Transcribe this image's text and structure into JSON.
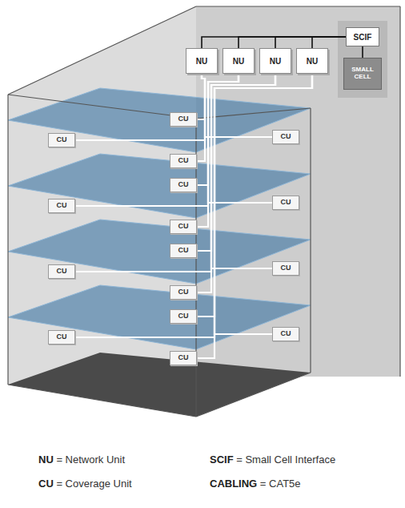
{
  "diagram": {
    "nodes": [
      {
        "text": [
          "NU"
        ]
      },
      {
        "text": [
          "NU"
        ]
      },
      {
        "text": [
          "NU"
        ]
      },
      {
        "text": [
          "NU"
        ]
      },
      {
        "text": [
          "SCIF"
        ]
      },
      {
        "text": [
          "SMALL CELL"
        ]
      },
      {
        "text": [
          "CU"
        ]
      },
      {
        "text": [
          "CU"
        ]
      },
      {
        "text": [
          "CU"
        ]
      },
      {
        "text": [
          "CU"
        ]
      },
      {
        "text": [
          "CU"
        ]
      },
      {
        "text": [
          "CU"
        ]
      },
      {
        "text": [
          "CU"
        ]
      },
      {
        "text": [
          "CU"
        ]
      },
      {
        "text": [
          "CU"
        ]
      },
      {
        "text": [
          "CU"
        ]
      },
      {
        "text": [
          "CU"
        ]
      },
      {
        "text": [
          "CU"
        ]
      },
      {
        "text": [
          "CU"
        ]
      },
      {
        "text": [
          "CU"
        ]
      },
      {
        "text": [
          "CU"
        ]
      },
      {
        "text": [
          "CU"
        ]
      }
    ],
    "edges": [
      {
        "from": 0,
        "to": 6,
        "arrow": "none"
      },
      {
        "from": 0,
        "to": 7,
        "arrow": "none"
      },
      {
        "from": 0,
        "to": 8,
        "arrow": "none"
      },
      {
        "from": 0,
        "to": 9,
        "arrow": "none"
      },
      {
        "from": 1,
        "to": 10,
        "arrow": "none"
      },
      {
        "from": 1,
        "to": 11,
        "arrow": "none"
      },
      {
        "from": 1,
        "to": 12,
        "arrow": "none"
      },
      {
        "from": 1,
        "to": 13,
        "arrow": "none"
      },
      {
        "from": 2,
        "to": 14,
        "arrow": "none"
      },
      {
        "from": 2,
        "to": 15,
        "arrow": "none"
      },
      {
        "from": 2,
        "to": 16,
        "arrow": "none"
      },
      {
        "from": 2,
        "to": 17,
        "arrow": "none"
      },
      {
        "from": 3,
        "to": 18,
        "arrow": "none"
      },
      {
        "from": 3,
        "to": 19,
        "arrow": "none"
      },
      {
        "from": 3,
        "to": 20,
        "arrow": "none"
      },
      {
        "from": 3,
        "to": 21,
        "arrow": "none"
      },
      {
        "from": 0,
        "to": 4,
        "arrow": "none"
      },
      {
        "from": 1,
        "to": 4,
        "arrow": "none"
      },
      {
        "from": 2,
        "to": 4,
        "arrow": "none"
      },
      {
        "from": 3,
        "to": 4,
        "arrow": "none"
      },
      {
        "from": 4,
        "to": 5,
        "arrow": "none"
      }
    ],
    "legend": [
      {
        "text": "NU = Network Unit"
      },
      {
        "text": "SCIF = Small Cell Interface"
      },
      {
        "text": "CU = Coverage Unit"
      },
      {
        "text": "CABLING = CAT5e"
      }
    ]
  }
}
